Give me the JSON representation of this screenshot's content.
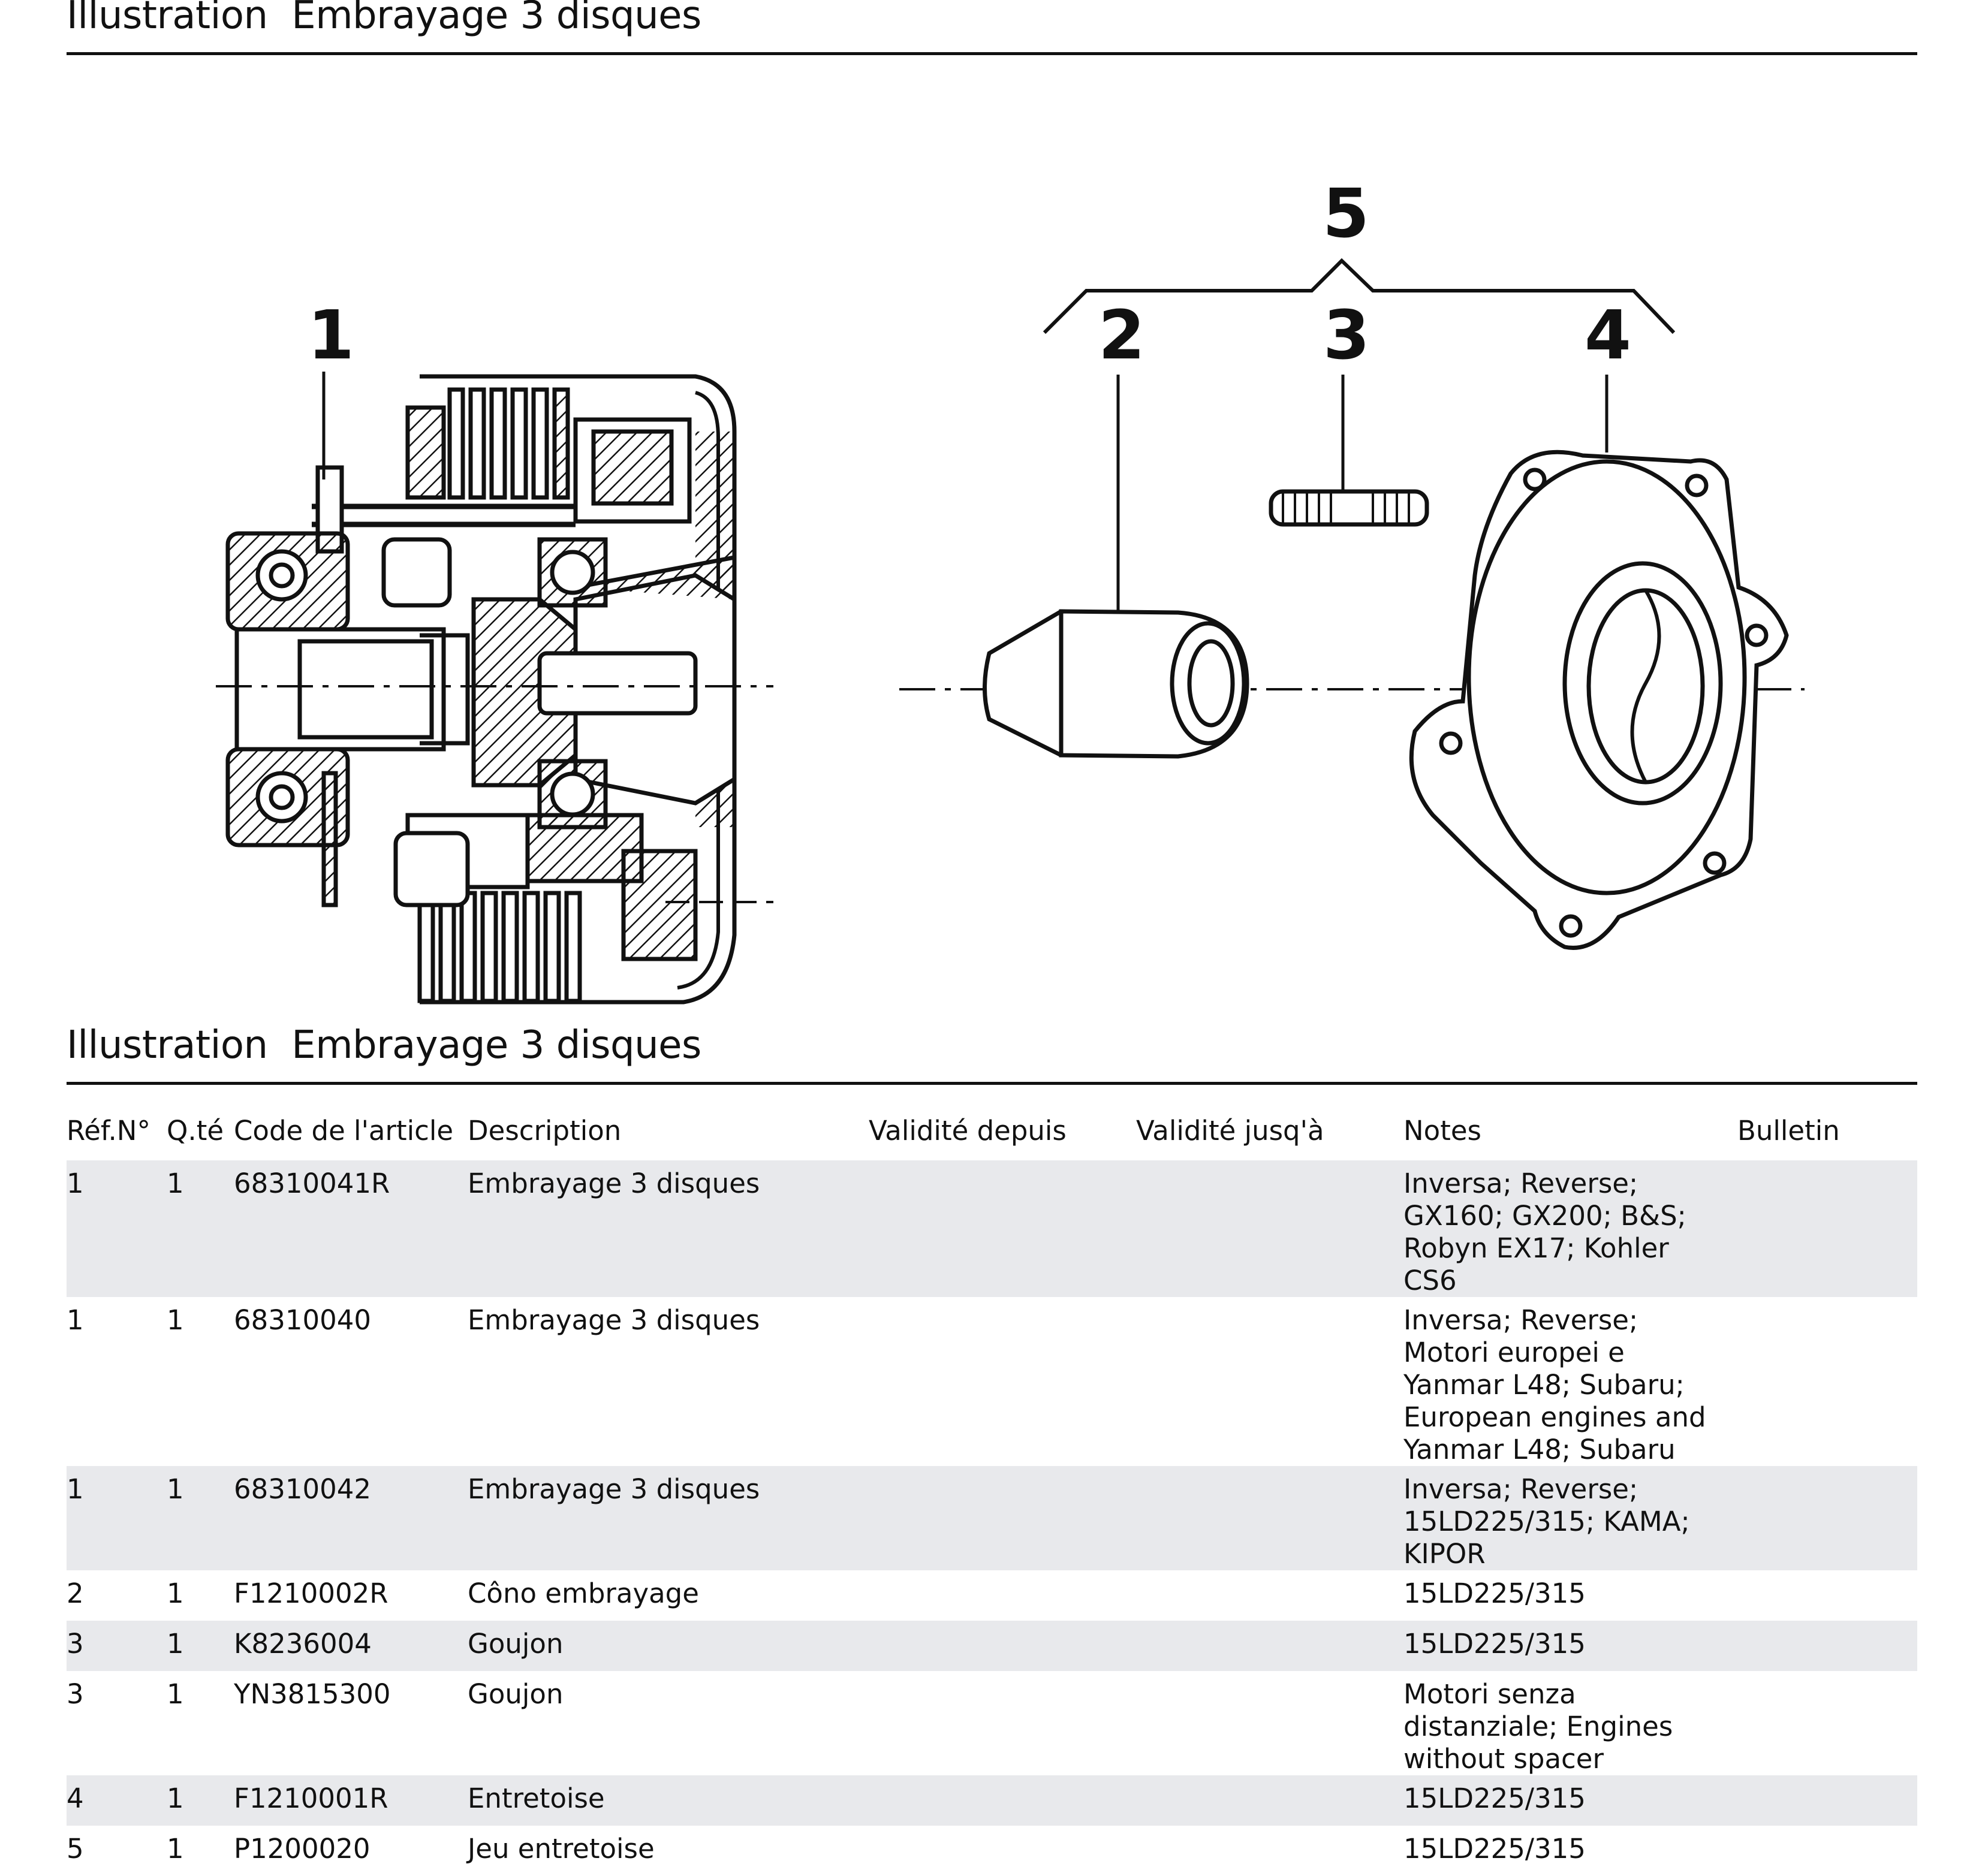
{
  "top_section": {
    "title_label": "Illustration",
    "title_text": "Embrayage 3 disques"
  },
  "illustration": {
    "callouts": [
      "1",
      "2",
      "3",
      "4",
      "5"
    ],
    "left_drawing": "clutch-assembly-cross-section",
    "right_drawing": "exploded-cone-stud-spacer"
  },
  "table_section": {
    "title_label": "Illustration",
    "title_text": "Embrayage 3 disques"
  },
  "table": {
    "headers": [
      "Réf.N°",
      "Q.té",
      "Code de l'article",
      "Description",
      "Validité depuis",
      "Validité jusq'à",
      "Notes",
      "Bulletin"
    ],
    "rows": [
      {
        "ref": "1",
        "qty": "1",
        "code": "68310041R",
        "description": "Embrayage 3 disques",
        "valid_from": "",
        "valid_to": "",
        "notes": "Inversa; Reverse; GX160; GX200; B&S; Robyn EX17; Kohler CS6",
        "bulletin": ""
      },
      {
        "ref": "1",
        "qty": "1",
        "code": "68310040",
        "description": "Embrayage 3 disques",
        "valid_from": "",
        "valid_to": "",
        "notes": "Inversa; Reverse; Motori europei e Yanmar L48; Subaru; European engines and Yanmar L48; Subaru",
        "bulletin": ""
      },
      {
        "ref": "1",
        "qty": "1",
        "code": "68310042",
        "description": "Embrayage 3 disques",
        "valid_from": "",
        "valid_to": "",
        "notes": "Inversa; Reverse; 15LD225/315; KAMA; KIPOR",
        "bulletin": ""
      },
      {
        "ref": "2",
        "qty": "1",
        "code": "F1210002R",
        "description": "Côno embrayage",
        "valid_from": "",
        "valid_to": "",
        "notes": "15LD225/315",
        "bulletin": ""
      },
      {
        "ref": "3",
        "qty": "1",
        "code": "K8236004",
        "description": "Goujon",
        "valid_from": "",
        "valid_to": "",
        "notes": "15LD225/315",
        "bulletin": ""
      },
      {
        "ref": "3",
        "qty": "1",
        "code": "YN3815300",
        "description": "Goujon",
        "valid_from": "",
        "valid_to": "",
        "notes": "Motori senza distanziale; Engines without spacer",
        "bulletin": ""
      },
      {
        "ref": "4",
        "qty": "1",
        "code": "F1210001R",
        "description": "Entretoise",
        "valid_from": "",
        "valid_to": "",
        "notes": "15LD225/315",
        "bulletin": ""
      },
      {
        "ref": "5",
        "qty": "1",
        "code": "P1200020",
        "description": "Jeu entretoise",
        "valid_from": "",
        "valid_to": "",
        "notes": "15LD225/315",
        "bulletin": ""
      }
    ]
  },
  "colors": {
    "row_shade": "#e8e9ec",
    "ink": "#111111"
  }
}
